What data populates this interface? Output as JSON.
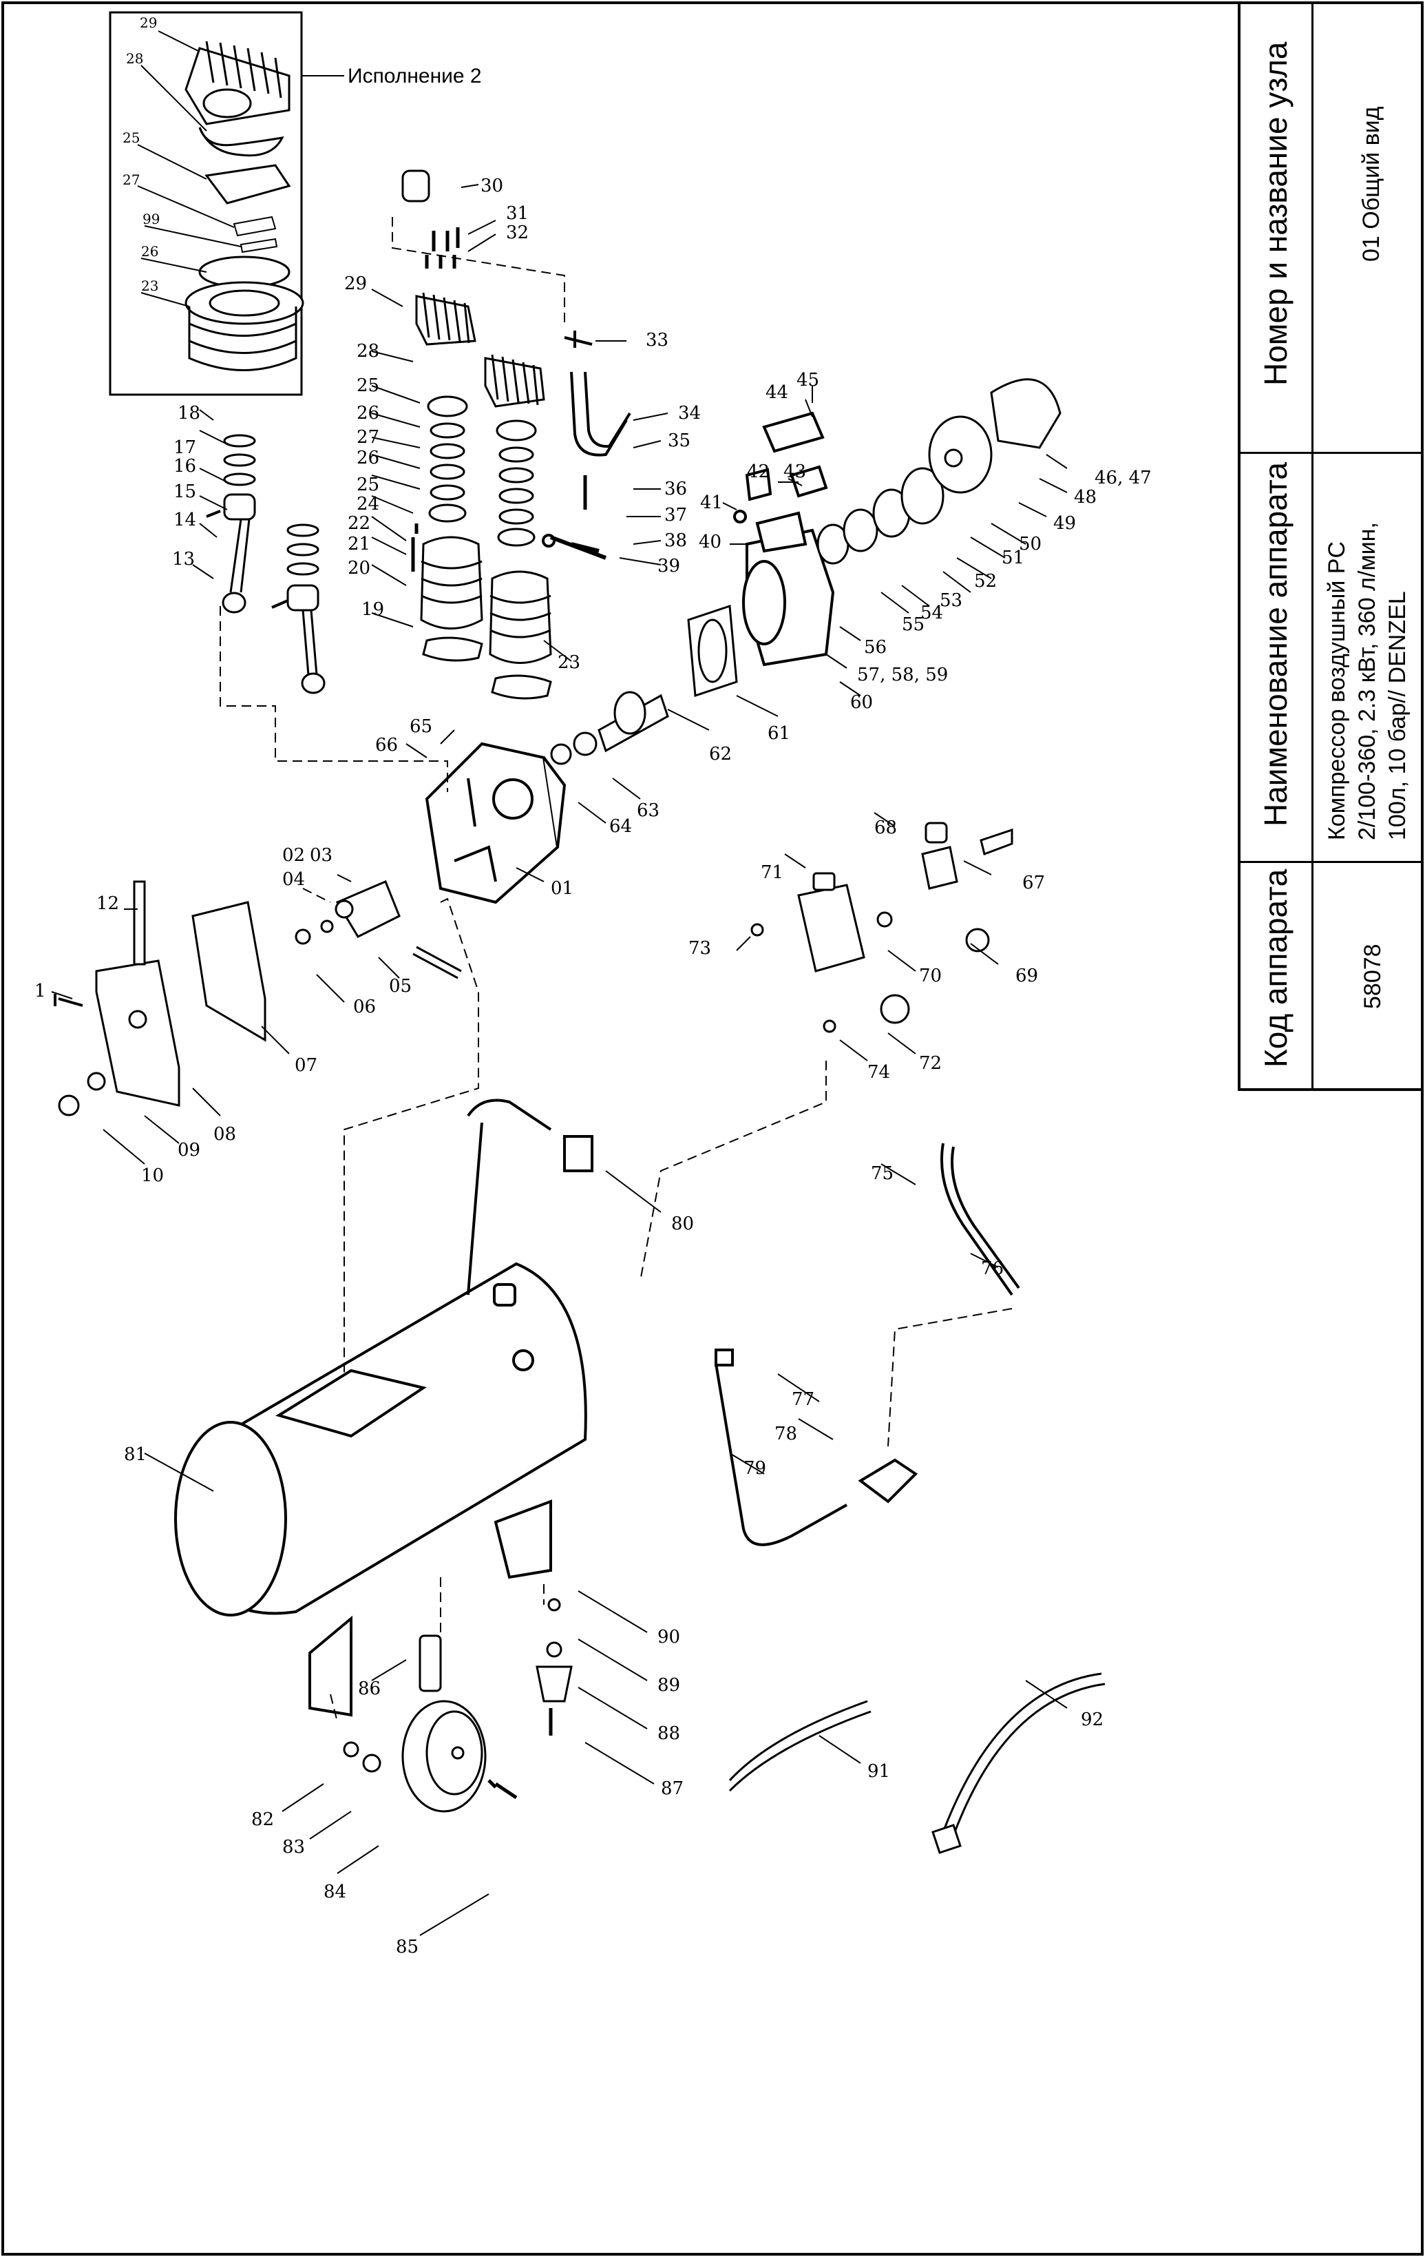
{
  "title_block": {
    "col1_header": "Код аппарата",
    "col1_value": "58078",
    "col2_header": "Наименование аппарата",
    "col2_value_lines": [
      "Компрессор воздушный PC",
      "2/100-360, 2.3 кВт, 360 л/мин,",
      "100л, 10 бар// DENZEL"
    ],
    "col3_header": "Номер и название узла",
    "col3_value": "01 Общий вид"
  },
  "inset": {
    "label": "Исполнение 2",
    "callouts": [
      "29",
      "28",
      "25",
      "27",
      "99",
      "26",
      "23"
    ]
  },
  "callouts": [
    "30",
    "31",
    "32",
    "29",
    "33",
    "28",
    "25",
    "26",
    "27",
    "26",
    "25",
    "24",
    "22",
    "21",
    "20",
    "19",
    "23",
    "34",
    "35",
    "36",
    "37",
    "38",
    "39",
    "18",
    "17",
    "16",
    "15",
    "14",
    "13",
    "44",
    "45",
    "42",
    "43",
    "41",
    "40",
    "46, 47",
    "48",
    "49",
    "50",
    "51",
    "52",
    "53",
    "54",
    "55",
    "56",
    "57, 58, 59",
    "60",
    "61",
    "62",
    "63",
    "64",
    "65",
    "66",
    "02",
    "03",
    "04",
    "01",
    "12",
    "1",
    "05",
    "06",
    "07",
    "08",
    "09",
    "10",
    "68",
    "67",
    "71",
    "73",
    "70",
    "69",
    "74",
    "72",
    "80",
    "75",
    "76",
    "77",
    "78",
    "79",
    "81",
    "90",
    "89",
    "88",
    "87",
    "86",
    "82",
    "83",
    "84",
    "85",
    "91",
    "92"
  ]
}
